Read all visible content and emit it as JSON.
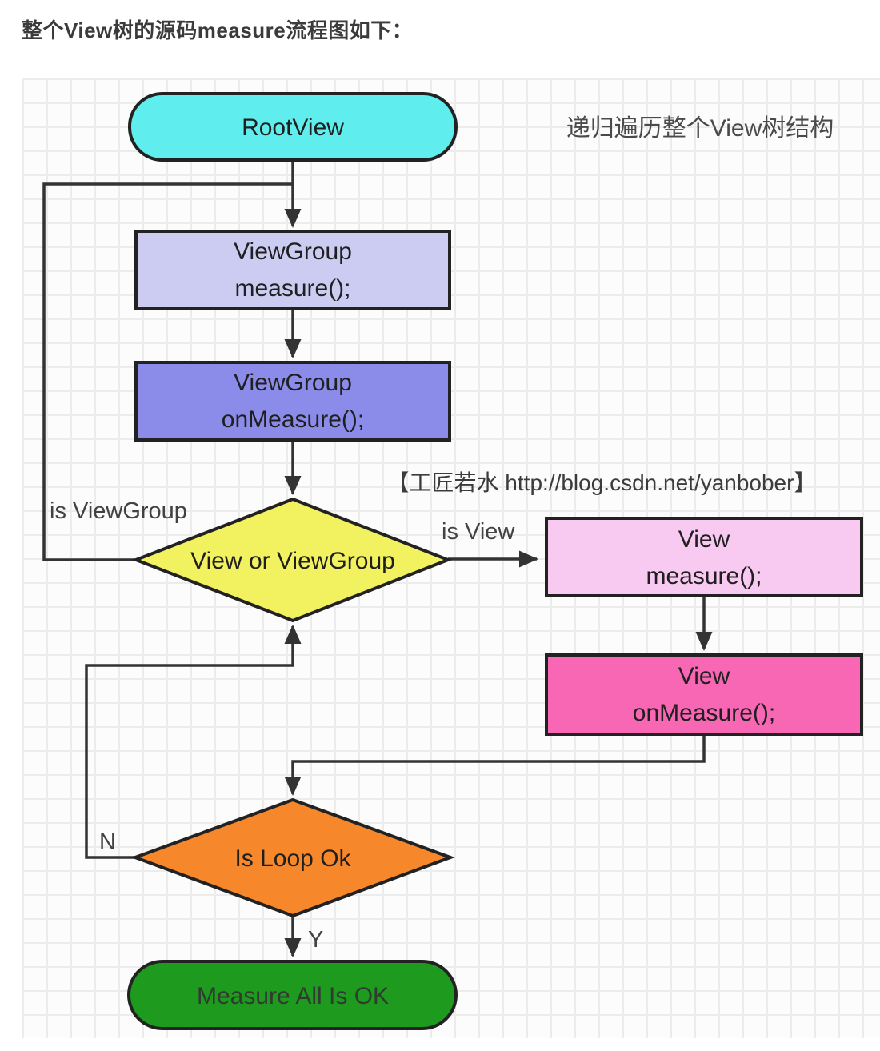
{
  "page": {
    "title": "整个View树的源码measure流程图如下："
  },
  "diagram": {
    "annotation": "递归遍历整个View树结构",
    "watermark": "【工匠若水 http://blog.csdn.net/yanbober】",
    "nodes": {
      "root_view": {
        "label": "RootView",
        "fill": "#5FEDED"
      },
      "viewgroup_measure": {
        "line1": "ViewGroup",
        "line2": "measure();",
        "fill": "#CCCCF3"
      },
      "viewgroup_onmeasure": {
        "line1": "ViewGroup",
        "line2": "onMeasure();",
        "fill": "#8B8BE9"
      },
      "view_or_viewgroup": {
        "label": "View or ViewGroup",
        "fill": "#F2F160"
      },
      "view_measure": {
        "line1": "View",
        "line2": "measure();",
        "fill": "#F8C9F1"
      },
      "view_onmeasure": {
        "line1": "View",
        "line2": "onMeasure();",
        "fill": "#F767B4"
      },
      "is_loop_ok": {
        "label": "Is Loop Ok",
        "fill": "#F6872B"
      },
      "measure_all_ok": {
        "label": "Measure All Is OK",
        "fill": "#1E9A1E"
      }
    },
    "edge_labels": {
      "is_viewgroup": "is ViewGroup",
      "is_view": "is View",
      "no": "N",
      "yes": "Y"
    },
    "colors": {
      "line": "#333333",
      "border": "#222222",
      "grid_line": "#ececec"
    }
  }
}
